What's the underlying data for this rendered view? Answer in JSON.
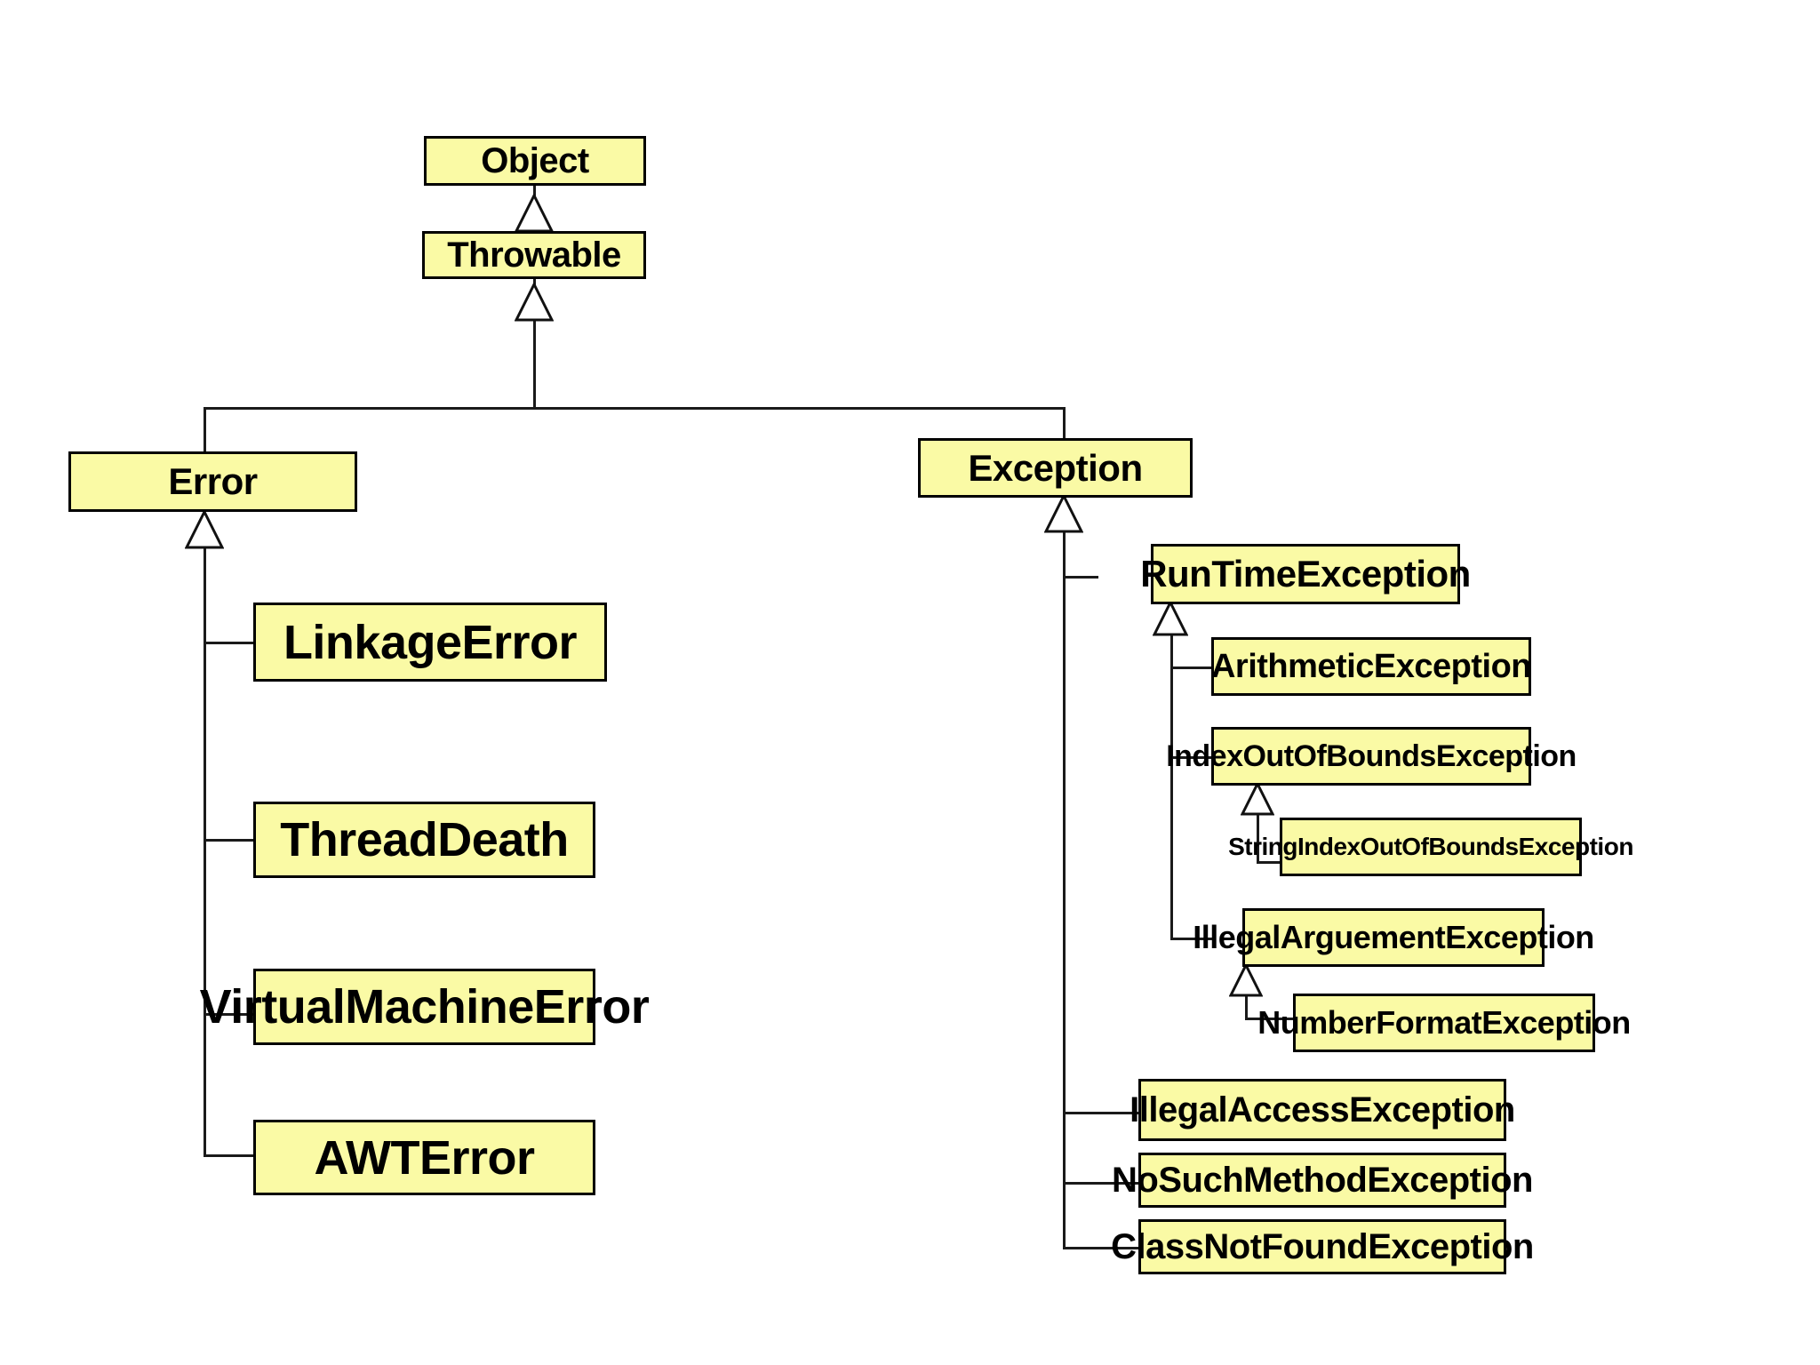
{
  "diagram": {
    "title": "Java Throwable class hierarchy",
    "box_fill": "#FAFAA5",
    "box_border": "#000000",
    "line_color": "#1A1A1A",
    "background": "#FFFFFF",
    "relationship": "generalization",
    "nodes": {
      "object": "Object",
      "throwable": "Throwable",
      "error": "Error",
      "exception": "Exception",
      "linkage_error": "LinkageError",
      "thread_death": "ThreadDeath",
      "virtual_machine_error": "VirtualMachineError",
      "awt_error": "AWTError",
      "runtime_exception": "RunTimeException",
      "arithmetic_exception": "ArithmeticException",
      "index_out_of_bounds_exception": "IndexOutOfBoundsException",
      "string_index_out_of_bounds_exception": "StringIndexOutOfBoundsException",
      "illegal_arguement_exception": "IllegalArguementException",
      "number_format_exception": "NumberFormatException",
      "illegal_access_exception": "IllegalAccessException",
      "no_such_method_exception": "NoSuchMethodException",
      "class_not_found_exception": "ClassNotFoundException"
    },
    "edges": [
      {
        "parent": "Object",
        "child": "Throwable"
      },
      {
        "parent": "Throwable",
        "child": "Error"
      },
      {
        "parent": "Throwable",
        "child": "Exception"
      },
      {
        "parent": "Error",
        "child": "LinkageError"
      },
      {
        "parent": "Error",
        "child": "ThreadDeath"
      },
      {
        "parent": "Error",
        "child": "VirtualMachineError"
      },
      {
        "parent": "Error",
        "child": "AWTError"
      },
      {
        "parent": "Exception",
        "child": "RunTimeException"
      },
      {
        "parent": "Exception",
        "child": "IllegalAccessException"
      },
      {
        "parent": "Exception",
        "child": "NoSuchMethodException"
      },
      {
        "parent": "Exception",
        "child": "ClassNotFoundException"
      },
      {
        "parent": "RunTimeException",
        "child": "ArithmeticException"
      },
      {
        "parent": "RunTimeException",
        "child": "IndexOutOfBoundsException"
      },
      {
        "parent": "RunTimeException",
        "child": "IllegalArguementException"
      },
      {
        "parent": "IndexOutOfBoundsException",
        "child": "StringIndexOutOfBoundsException"
      },
      {
        "parent": "IllegalArguementException",
        "child": "NumberFormatException"
      }
    ]
  }
}
